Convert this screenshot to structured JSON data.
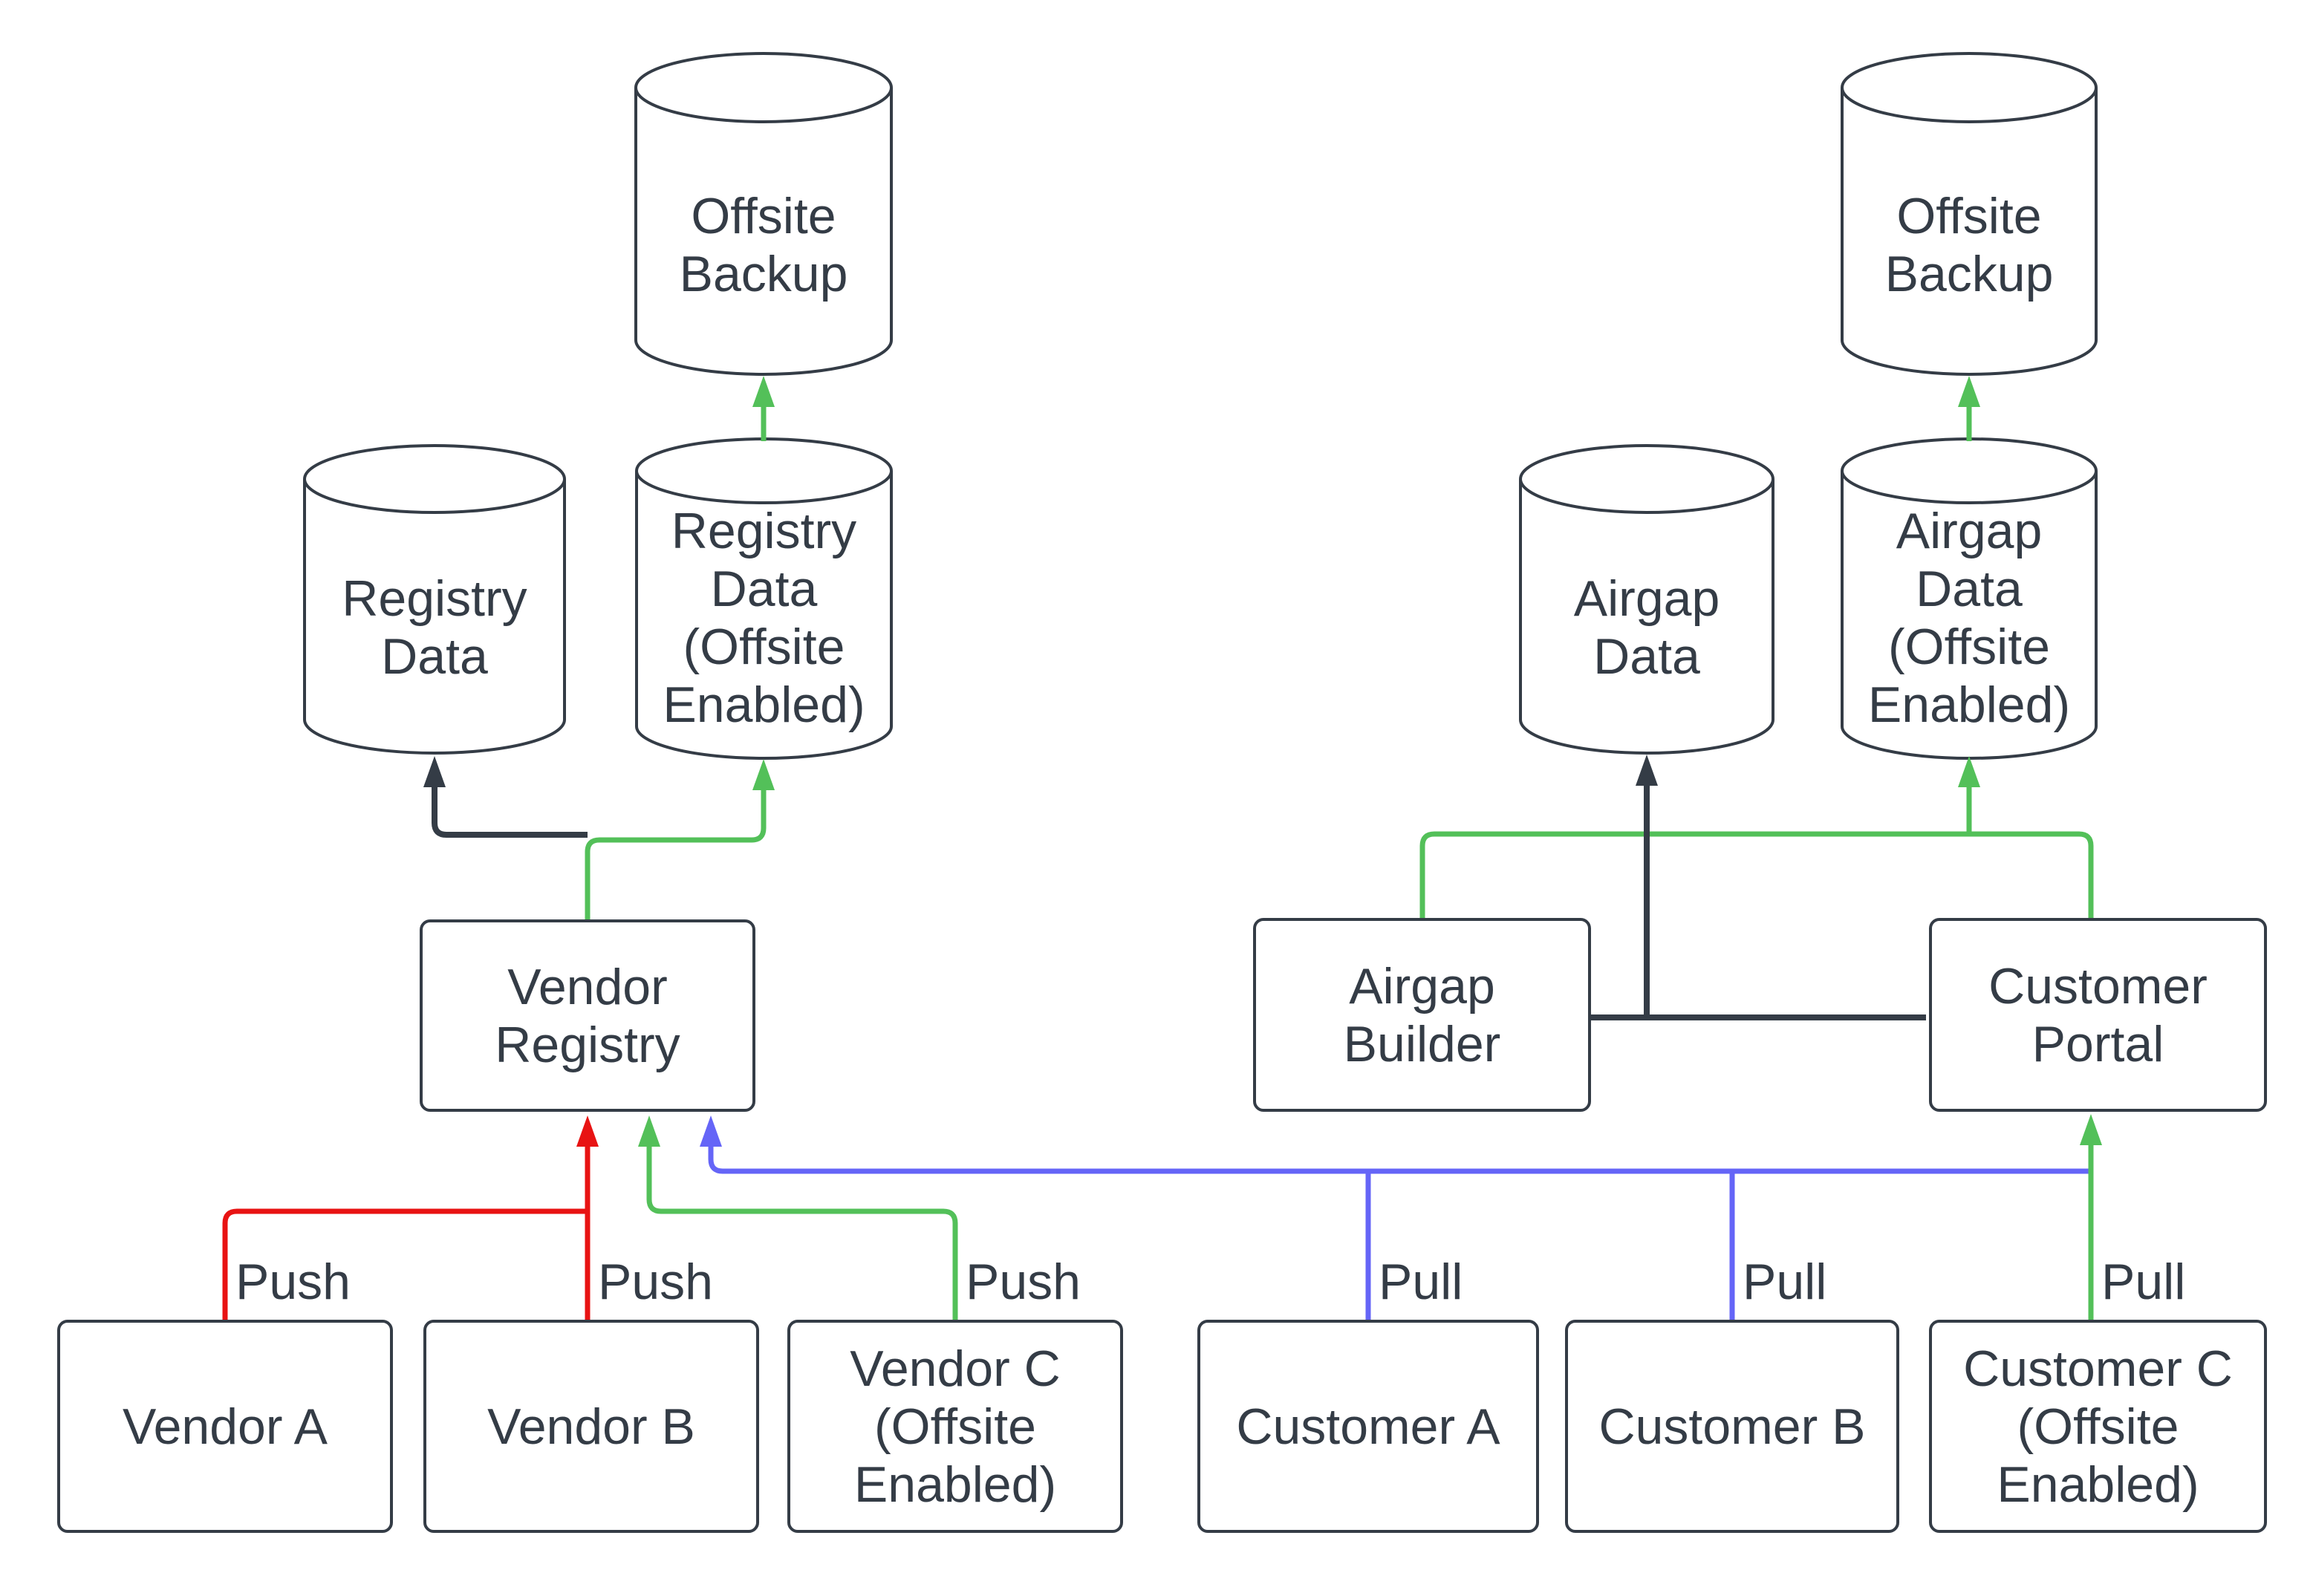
{
  "colors": {
    "dark": "#343c46",
    "green": "#53c059",
    "red": "#e81313",
    "blue": "#6565f7",
    "text": "#343c46",
    "canvas_bg": "#ffffff"
  },
  "nodes": {
    "offsite_backup_left": {
      "type": "cylinder",
      "label": "Offsite\nBackup"
    },
    "registry_data": {
      "type": "cylinder",
      "label": "Registry\nData"
    },
    "registry_data_offsite": {
      "type": "cylinder",
      "label": "Registry\nData\n(Offsite\nEnabled)"
    },
    "vendor_registry": {
      "type": "box",
      "label": "Vendor\nRegistry"
    },
    "vendor_a": {
      "type": "box",
      "label": "Vendor A"
    },
    "vendor_b": {
      "type": "box",
      "label": "Vendor B"
    },
    "vendor_c": {
      "type": "box",
      "label": "Vendor C\n(Offsite\nEnabled)"
    },
    "offsite_backup_right": {
      "type": "cylinder",
      "label": "Offsite\nBackup"
    },
    "airgap_data": {
      "type": "cylinder",
      "label": "Airgap\nData"
    },
    "airgap_data_offsite": {
      "type": "cylinder",
      "label": "Airgap\nData\n(Offsite\nEnabled)"
    },
    "airgap_builder": {
      "type": "box",
      "label": "Airgap\nBuilder"
    },
    "customer_portal": {
      "type": "box",
      "label": "Customer\nPortal"
    },
    "customer_a": {
      "type": "box",
      "label": "Customer A"
    },
    "customer_b": {
      "type": "box",
      "label": "Customer B"
    },
    "customer_c": {
      "type": "box",
      "label": "Customer C\n(Offsite\nEnabled)"
    }
  },
  "edge_labels": {
    "vendor_a_push": "Push",
    "vendor_b_push": "Push",
    "vendor_c_push": "Push",
    "customer_a_pull": "Pull",
    "customer_b_pull": "Pull",
    "customer_c_pull": "Pull"
  }
}
